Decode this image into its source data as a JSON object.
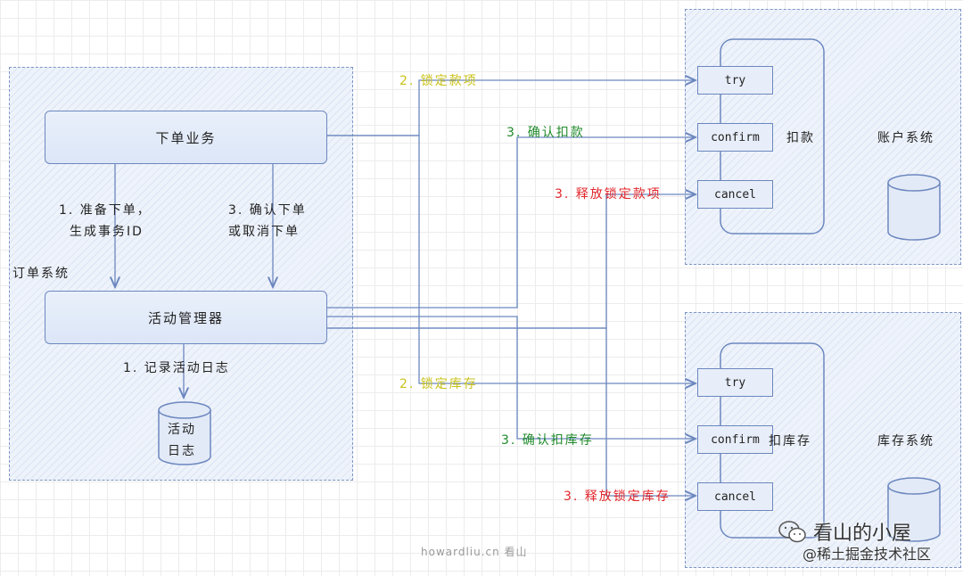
{
  "order_system": {
    "label": "订单系统",
    "business": "下单业务",
    "manager": "活动管理器",
    "step1_line1": "1. 准备下单，",
    "step1_line2": "生成事务ID",
    "step3_line1": "3. 确认下单",
    "step3_line2": "或取消下单",
    "log_note": "1. 记录活动日志",
    "log_db_line1": "活动",
    "log_db_line2": "日志"
  },
  "account_system": {
    "label": "账户系统",
    "group": "扣款",
    "try": "try",
    "confirm": "confirm",
    "cancel": "cancel"
  },
  "inventory_system": {
    "label": "库存系统",
    "group": "扣库存",
    "try": "try",
    "confirm": "confirm",
    "cancel": "cancel"
  },
  "arrows": {
    "lock_payment": "2. 锁定款项",
    "confirm_payment": "3. 确认扣款",
    "release_payment": "3. 释放锁定款项",
    "lock_stock": "2. 锁定库存",
    "confirm_stock": "3. 确认扣库存",
    "release_stock": "3. 释放锁定库存"
  },
  "colors": {
    "yellow": "#c9c21a",
    "green": "#1f8a2a",
    "red": "#e2262b",
    "line": "#6c87bf"
  },
  "watermark": {
    "credit": "howardliu.cn 看山",
    "brand": "看山的小屋",
    "sub": "@稀土掘金技术社区"
  }
}
